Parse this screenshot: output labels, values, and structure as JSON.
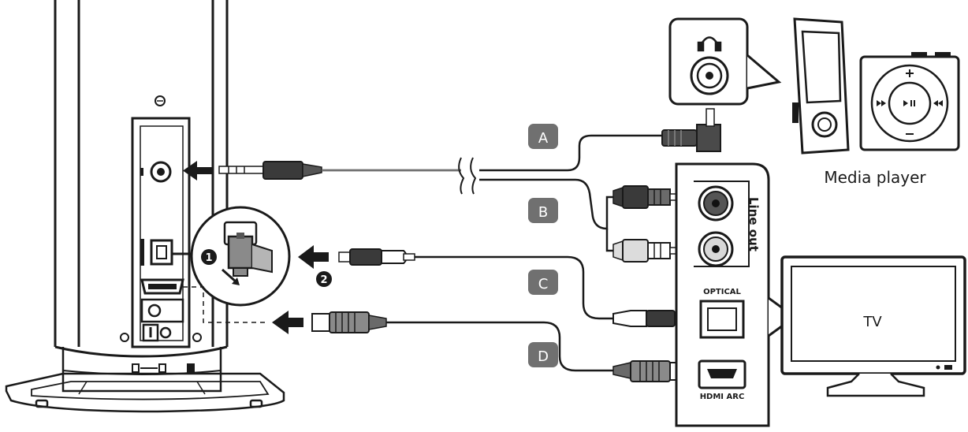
{
  "badges": {
    "a": "A",
    "b": "B",
    "c": "C",
    "d": "D"
  },
  "steps": {
    "one": "1",
    "two": "2"
  },
  "labels": {
    "media_player": "Media player",
    "tv": "TV",
    "line_out": "Line out",
    "optical": "OPTICAL",
    "hdmi_arc": "HDMI ARC"
  },
  "colors": {
    "badge_fill": "#707070",
    "badge_text": "#ffffff",
    "line": "#1a1a1a",
    "cable": "#6f6f6f"
  }
}
